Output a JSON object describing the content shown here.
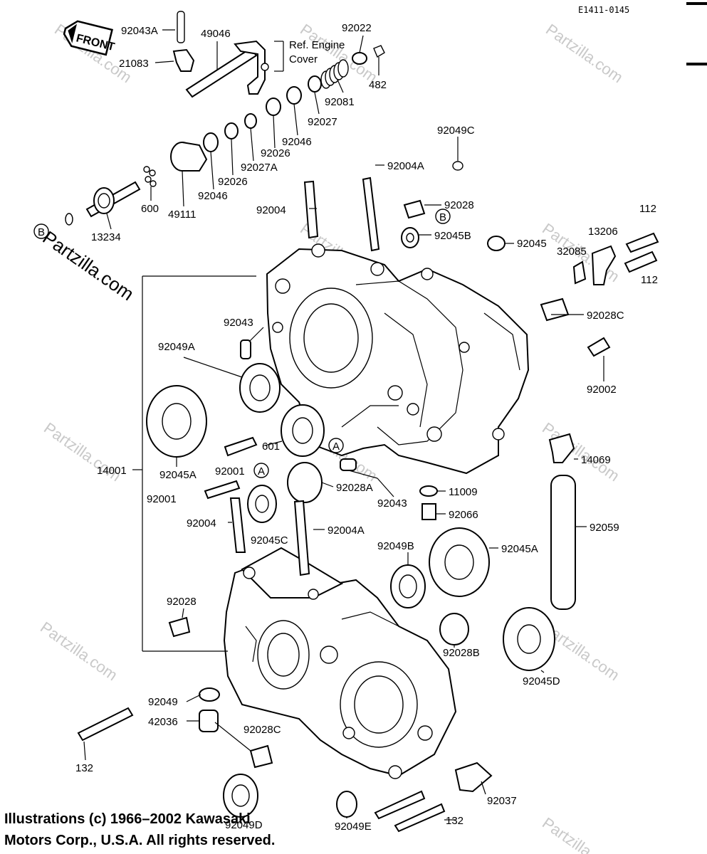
{
  "doc_code": "E1411-0145",
  "front_label": "FRONT",
  "ref_label_line1": "Ref. Engine",
  "ref_label_line2": "Cover",
  "circle_letters": {
    "b": "B",
    "a": "A"
  },
  "watermark": "Partzilla.com",
  "copyright": {
    "line1": "Illustrations (c) 1966–2002 Kawasaki",
    "line2": "Motors Corp., U.S.A.  All rights reserved."
  },
  "labels": {
    "l92043A": "92043A",
    "l21083": "21083",
    "l49046": "49046",
    "l92022": "92022",
    "l482": "482",
    "l92081": "92081",
    "l92027": "92027",
    "l92046a": "92046",
    "l92026a": "92026",
    "l92027A": "92027A",
    "l92026b": "92026",
    "l92046b": "92046",
    "l49111": "49111",
    "l600": "600",
    "l13234": "13234",
    "l92049C": "92049C",
    "l92004A_top": "92004A",
    "l92004_top": "92004",
    "l92028_top": "92028",
    "l92045B": "92045B",
    "l92045": "92045",
    "l112a": "112",
    "l13206": "13206",
    "l32085": "32085",
    "l112b": "112",
    "l92028C_top": "92028C",
    "l92043_mid": "92043",
    "l92049A": "92049A",
    "l92002": "92002",
    "l14001": "14001",
    "l92045A_left": "92045A",
    "l601": "601",
    "l92001a": "92001",
    "l92001b": "92001",
    "l92028A": "92028A",
    "l92043_low": "92043",
    "l11009": "11009",
    "l14069": "14069",
    "l92066": "92066",
    "l92004_low": "92004",
    "l92045C": "92045C",
    "l92004A_low": "92004A",
    "l92059": "92059",
    "l92049B": "92049B",
    "l92045A_right": "92045A",
    "l92028_low": "92028",
    "l92028B": "92028B",
    "l92045D": "92045D",
    "l92049": "92049",
    "l42036": "42036",
    "l92028C_low": "92028C",
    "l132a": "132",
    "l92049D": "92049D",
    "l92037": "92037",
    "l92049E": "92049E",
    "l132b": "132"
  }
}
